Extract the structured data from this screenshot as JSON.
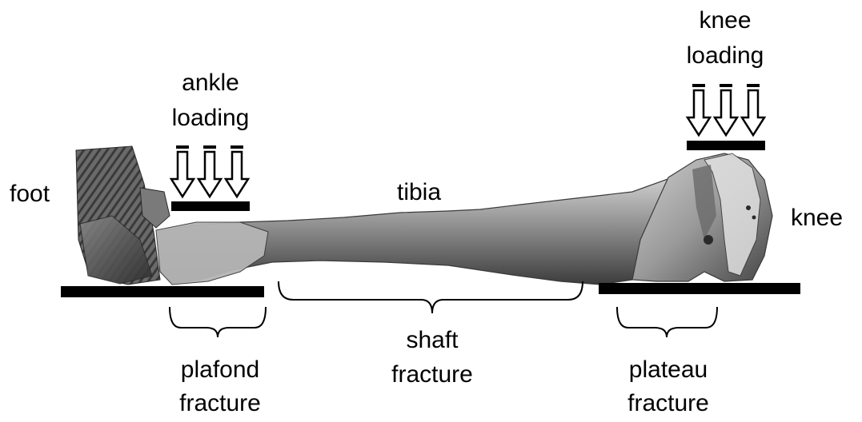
{
  "labels": {
    "foot": "foot",
    "knee": "knee",
    "tibia": "tibia",
    "ankle_loading": [
      "ankle",
      "loading"
    ],
    "knee_loading": [
      "knee",
      "loading"
    ],
    "plafond_fracture": [
      "plafond",
      "fracture"
    ],
    "shaft_fracture": [
      "shaft",
      "fracture"
    ],
    "plateau_fracture": [
      "plateau",
      "fracture"
    ]
  },
  "colors": {
    "bone_light": "#d7d7d7",
    "bone_mid": "#8c8c8c",
    "bone_dark": "#3a3a3a",
    "plate": "#000000",
    "arrow": "#000000"
  }
}
